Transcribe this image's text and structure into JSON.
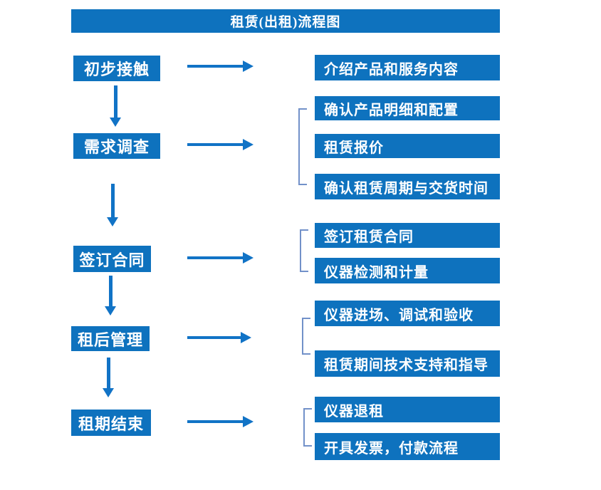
{
  "title": "租赁(出租)流程图",
  "colors": {
    "box_blue": "#0E72BE",
    "arrow_blue": "#1173C6",
    "bracket_blue": "#7291C9",
    "text_white": "#FFFFFF"
  },
  "flow": {
    "steps": [
      {
        "label": "初步接触",
        "details": [
          "介绍产品和服务内容"
        ]
      },
      {
        "label": "需求调查",
        "details": [
          "确认产品明细和配置",
          "租赁报价",
          "确认租赁周期与交货时间"
        ]
      },
      {
        "label": "签订合同",
        "details": [
          "签订租赁合同",
          "仪器检测和计量"
        ]
      },
      {
        "label": "租后管理",
        "details": [
          "仪器进场、调试和验收",
          "租赁期间技术支持和指导"
        ]
      },
      {
        "label": "租期结束",
        "details": [
          "仪器退租",
          "开具发票，付款流程"
        ]
      }
    ]
  }
}
